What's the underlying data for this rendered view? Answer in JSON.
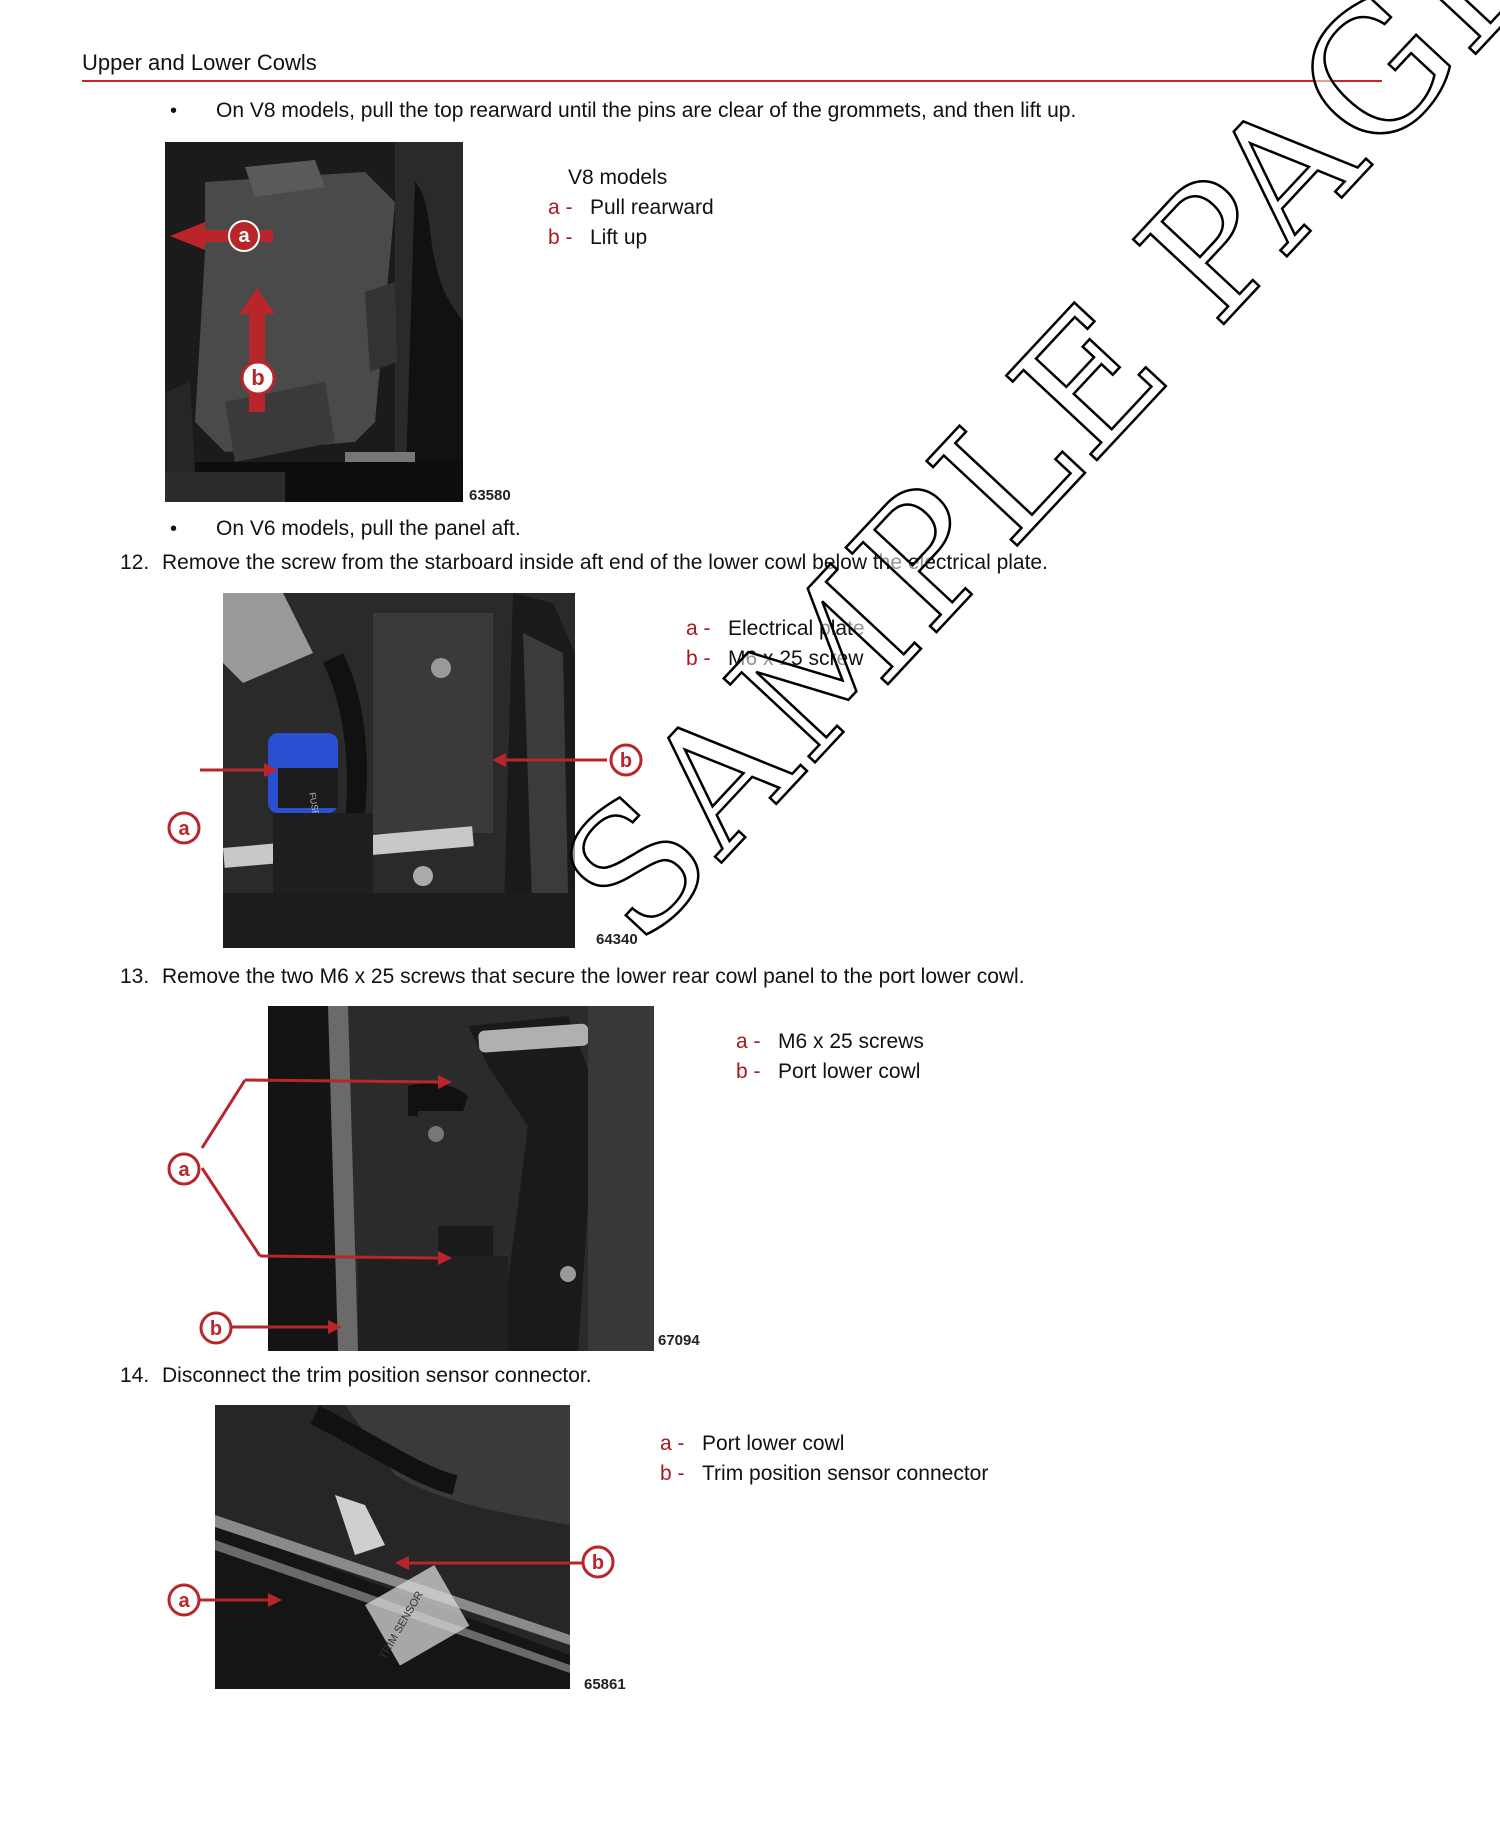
{
  "header": {
    "title": "Upper and Lower Cowls"
  },
  "accent_color": "#a8191e",
  "rule_color": "#c8242b",
  "steps": {
    "v8_bullet": "On V8 models, pull the top rearward until the pins are clear of the grommets, and then lift up.",
    "v6_bullet": "On V6 models, pull the panel aft.",
    "s12": {
      "num": "12.",
      "text": "Remove the screw from the starboard inside aft end of the lower cowl below the electrical plate."
    },
    "s13": {
      "num": "13.",
      "text": "Remove the two M6 x 25 screws that secure the lower rear cowl panel to the port lower cowl."
    },
    "s14": {
      "num": "14.",
      "text": "Disconnect the trim position sensor connector."
    }
  },
  "figures": {
    "f1": {
      "number": "63580",
      "legend_title": "V8 models",
      "legend": [
        {
          "key": "a -",
          "text": "Pull rearward"
        },
        {
          "key": "b -",
          "text": "Lift up"
        }
      ],
      "callouts": [
        "a",
        "b"
      ]
    },
    "f2": {
      "number": "64340",
      "legend": [
        {
          "key": "a -",
          "text": "Electrical plate"
        },
        {
          "key": "b -",
          "text": "M6 x 25 screw"
        }
      ],
      "callouts": [
        "a",
        "b"
      ],
      "photo_label": "FUSED RELAY"
    },
    "f3": {
      "number": "67094",
      "legend": [
        {
          "key": "a -",
          "text": "M6 x 25 screws"
        },
        {
          "key": "b -",
          "text": "Port lower cowl"
        }
      ],
      "callouts": [
        "a",
        "b"
      ]
    },
    "f4": {
      "number": "65861",
      "legend": [
        {
          "key": "a -",
          "text": "Port lower cowl"
        },
        {
          "key": "b -",
          "text": "Trim position sensor connector"
        }
      ],
      "callouts": [
        "a",
        "b"
      ],
      "photo_label": "TRIM SENSOR"
    }
  },
  "watermark": "SAMPLE PAGE"
}
